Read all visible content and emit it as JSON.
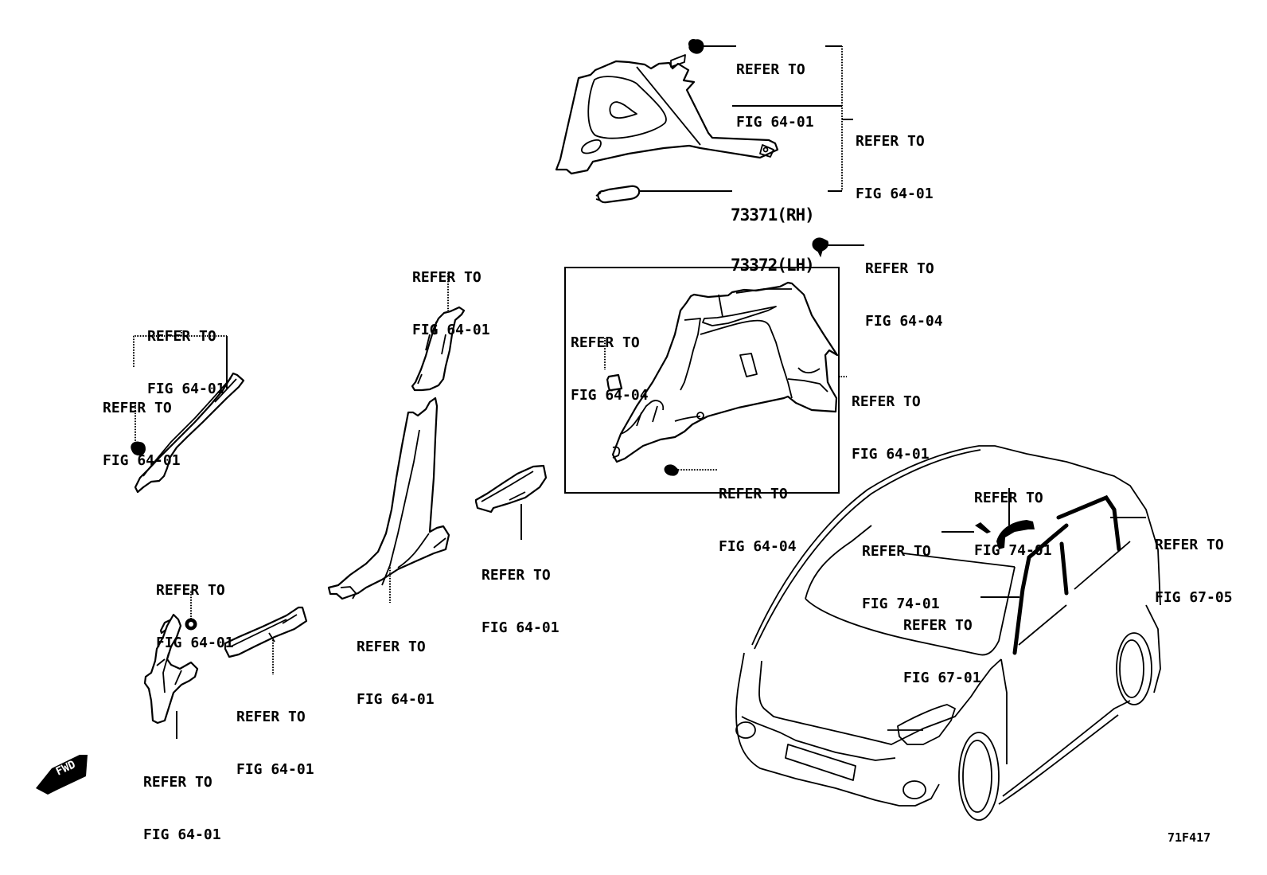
{
  "diagram": {
    "title": "Interior trim panels exploded view",
    "figure_id": "71F417",
    "direction_marker": "FWD",
    "callouts": [
      {
        "id": "top-clip",
        "line1": "REFER TO",
        "line2": "FIG 64-01"
      },
      {
        "id": "quarter-trim-upper",
        "line1": "REFER TO",
        "line2": "FIG 64-01"
      },
      {
        "id": "lamp",
        "line1": "73371(RH)",
        "line2": "73372(LH)"
      },
      {
        "id": "box-clip-top",
        "line1": "REFER TO",
        "line2": "FIG 64-04"
      },
      {
        "id": "box-cover",
        "line1": "REFER TO",
        "line2": "FIG 64-04"
      },
      {
        "id": "box-trim",
        "line1": "REFER TO",
        "line2": "FIG 64-01"
      },
      {
        "id": "box-clip-bottom",
        "line1": "REFER TO",
        "line2": "FIG 64-04"
      },
      {
        "id": "b-pillar-upper",
        "line1": "REFER TO",
        "line2": "FIG 64-01"
      },
      {
        "id": "a-pillar",
        "line1": "REFER TO",
        "line2": "FIG 64-01"
      },
      {
        "id": "a-pillar-clip",
        "line1": "REFER TO",
        "line2": "FIG 64-01"
      },
      {
        "id": "b-pillar-lower",
        "line1": "REFER TO",
        "line2": "FIG 64-01"
      },
      {
        "id": "rear-scuff",
        "line1": "REFER TO",
        "line2": "FIG 64-01"
      },
      {
        "id": "cowl-clip",
        "line1": "REFER TO",
        "line2": "FIG 64-01"
      },
      {
        "id": "front-scuff",
        "line1": "REFER TO",
        "line2": "FIG 64-01"
      },
      {
        "id": "cowl-side-trim",
        "line1": "REFER TO",
        "line2": "FIG 64-01"
      },
      {
        "id": "assist-grip",
        "line1": "REFER TO",
        "line2": "FIG 74-01"
      },
      {
        "id": "assist-grip-screw",
        "line1": "REFER TO",
        "line2": "FIG 74-01"
      },
      {
        "id": "rear-door-weatherstrip",
        "line1": "REFER TO",
        "line2": "FIG 67-05"
      },
      {
        "id": "front-door-weatherstrip",
        "line1": "REFER TO",
        "line2": "FIG 67-01"
      }
    ]
  }
}
